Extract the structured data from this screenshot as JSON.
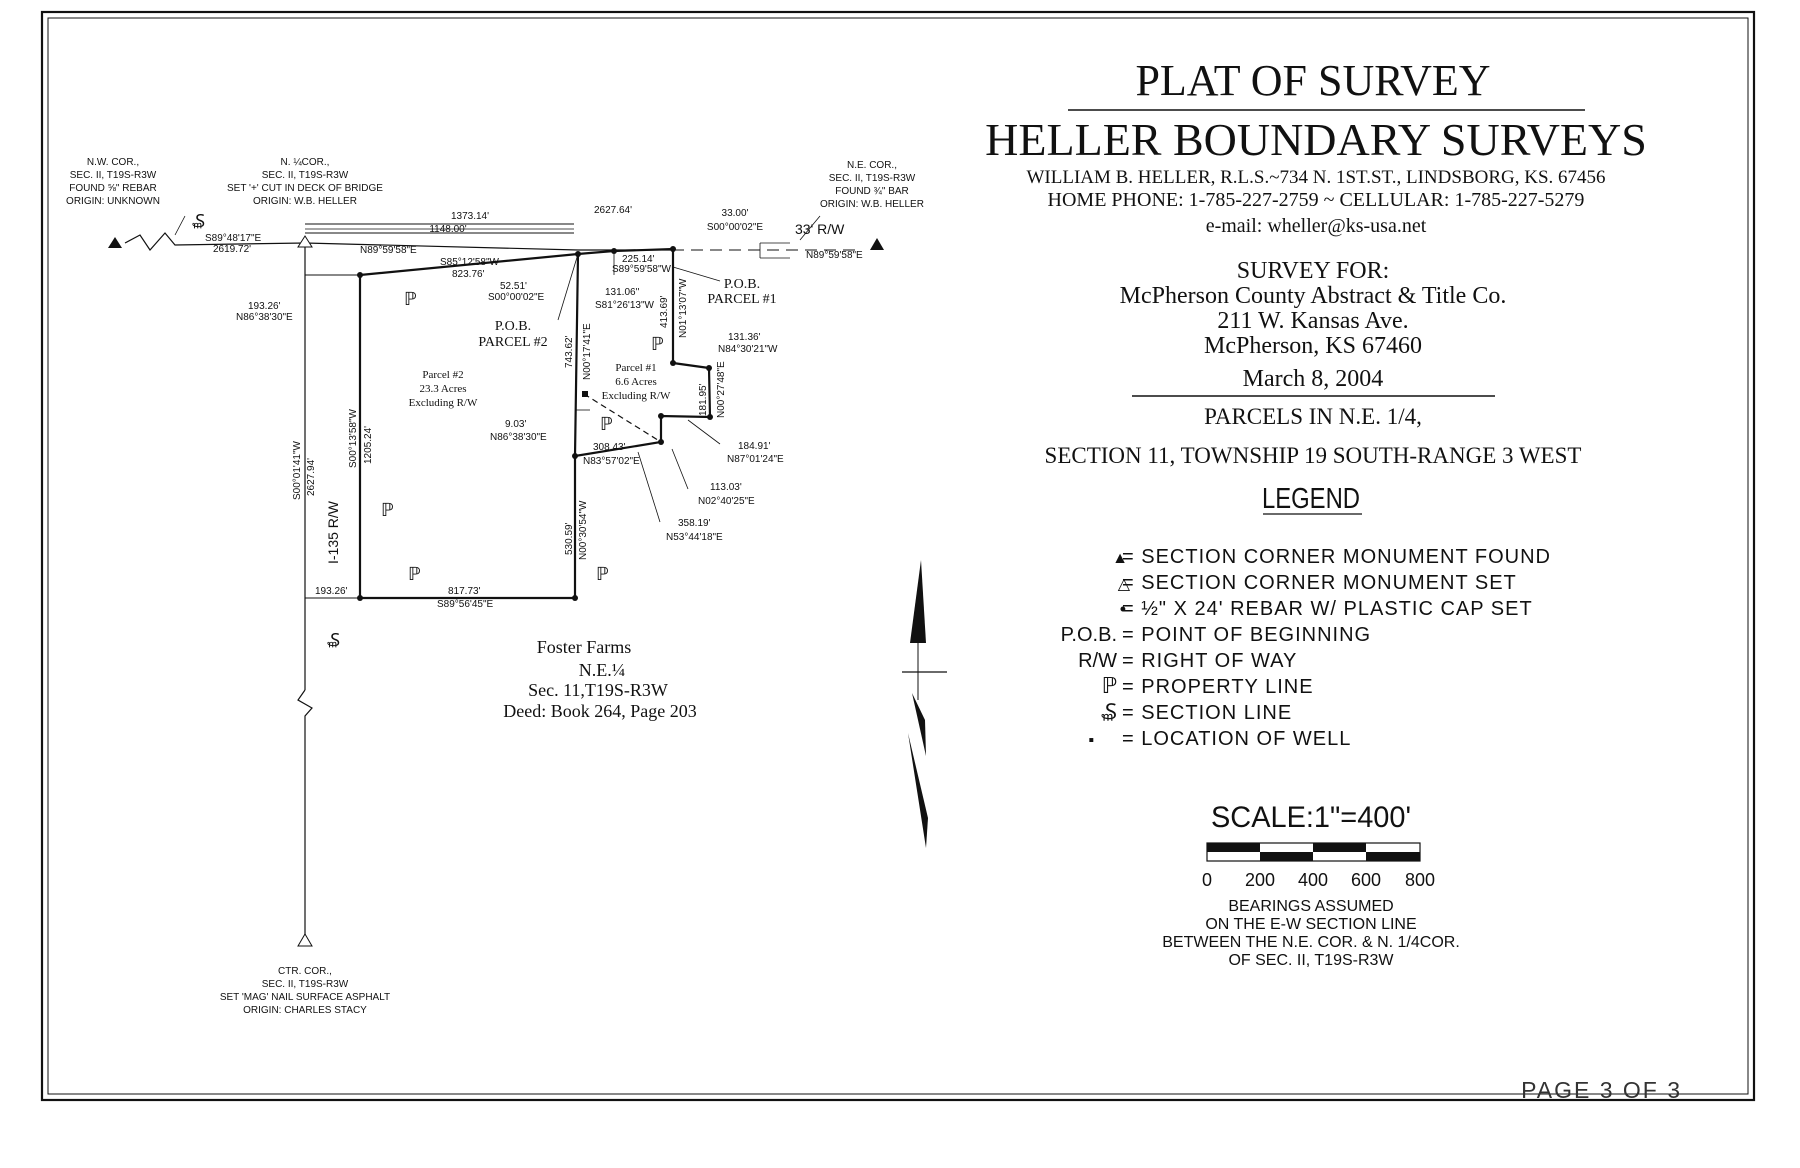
{
  "title_block": {
    "title": "PLAT OF SURVEY",
    "company": "HELLER BOUNDARY SURVEYS",
    "surveyor_line": "WILLIAM B. HELLER, R.L.S.~734 N. 1ST.ST., LINDSBORG, KS. 67456",
    "phone_line": "HOME PHONE: 1-785-227-2759 ~ CELLULAR: 1-785-227-5279",
    "email_line": "e-mail: wheller@ks-usa.net",
    "survey_for_label": "SURVEY FOR:",
    "client_name": "McPherson County Abstract & Title Co.",
    "client_street": "211 W. Kansas Ave.",
    "client_city": "McPherson, KS 67460",
    "date": "March 8, 2004",
    "parcels_line": "PARCELS IN N.E. 1/4,",
    "section_line": "SECTION 11, TOWNSHIP 19 SOUTH-RANGE 3 WEST"
  },
  "legend": {
    "heading": "LEGEND",
    "items": [
      {
        "symbol": "▲",
        "text": "= SECTION CORNER MONUMENT FOUND"
      },
      {
        "symbol": "△",
        "text": "= SECTION CORNER MONUMENT SET"
      },
      {
        "symbol": "•",
        "text": "= ½\" X 24' REBAR W/ PLASTIC CAP SET"
      },
      {
        "symbol": "P.O.B.",
        "text": "= POINT OF BEGINNING"
      },
      {
        "symbol": "R/W",
        "text": "= RIGHT OF WAY"
      },
      {
        "symbol": "ℙ",
        "text": "= PROPERTY LINE"
      },
      {
        "symbol": "₷",
        "text": "= SECTION LINE"
      },
      {
        "symbol": "▪",
        "text": "= LOCATION OF WELL"
      }
    ]
  },
  "scale": {
    "label": "SCALE:1\"=400'",
    "ticks": [
      "0",
      "200",
      "400",
      "600",
      "800"
    ],
    "note_1": "BEARINGS ASSUMED",
    "note_2": "ON THE E-W SECTION LINE",
    "note_3": "BETWEEN THE N.E. COR. & N. 1/4COR.",
    "note_4": "OF SEC. II, T19S-R3W"
  },
  "page_label": "PAGE 3 OF 3",
  "corners": {
    "nw": [
      "N.W. COR.,",
      "SEC. II, T19S-R3W",
      "FOUND ⅝\" REBAR",
      "ORIGIN: UNKNOWN"
    ],
    "n_quarter": [
      "N. ¼COR.,",
      "SEC. II, T19S-R3W",
      "SET '+' CUT IN DECK OF BRIDGE",
      "ORIGIN: W.B. HELLER"
    ],
    "ne": [
      "N.E. COR.,",
      "SEC. II, T19S-R3W",
      "FOUND ¾\" BAR",
      "ORIGIN: W.B. HELLER"
    ],
    "ctr": [
      "CTR. COR.,",
      "SEC. II, T19S-R3W",
      "SET 'MAG' NAIL SURFACE ASPHALT",
      "ORIGIN: CHARLES STACY"
    ]
  },
  "parcels": {
    "p2": [
      "Parcel #2",
      "23.3 Acres",
      "Excluding R/W"
    ],
    "p1": [
      "Parcel #1",
      "6.6 Acres",
      "Excluding R/W"
    ],
    "pob2": [
      "P.O.B.",
      "PARCEL #2"
    ],
    "pob1": [
      "P.O.B.",
      "PARCEL #1"
    ],
    "foster": [
      "Foster Farms",
      "N.E.¼",
      "Sec. 11,T19S-R3W",
      "Deed: Book 264, Page 203"
    ]
  },
  "dims": {
    "d1373": "1373.14'",
    "d2627a": "2627.64'",
    "d1148": "1148.00'",
    "d33": "33.00'",
    "b33": "S00°00'02\"E",
    "rw33": "33' R/W",
    "bne": "N89°59'58\"E",
    "bnw1": "S89°48'17\"E",
    "dnw": "2619.72'",
    "bn1": "N89°59'58\"E",
    "b585": "S85°12'58\"W",
    "d823": "823.76'",
    "d225": "225.14'",
    "b225": "S89°59'58\"W",
    "d193a": "193.26'",
    "b193a": "N86°38'30\"E",
    "d52": "52.51'",
    "b52": "S00°00'02\"E",
    "d131a": "131.06''",
    "b131a": "S81°26'13\"W",
    "d413": "413.69'",
    "b413": "N01°13'07\"W",
    "d131b": "131.36'",
    "b131b": "N84°30'21\"W",
    "d743": "743.62'",
    "b743": "N00°17'41\"E",
    "d181": "181.95'",
    "b181": "N00°27'48\"E",
    "d9": "9.03'",
    "b9": "N86°38'30\"E",
    "d308": "308.43'",
    "b308": "N83°57'02\"E",
    "d184": "184.91'",
    "b184": "N87°01'24\"E",
    "d113": "113.03'",
    "b113": "N02°40'25\"E",
    "d358": "358.19'",
    "b358": "N53°44'18\"E",
    "d530": "530.59'",
    "b530": "N00°30'54\"W",
    "d1205": "1205.24'",
    "b1205": "S00°13'58\"W",
    "d2627b": "2627.94'",
    "b2627b": "S00°01'41\"W",
    "i135": "I-135 R/W",
    "d193b": "193.26'",
    "d817": "817.73'",
    "b817": "S89°56'45\"E"
  },
  "symbols": {
    "pl": "ℙ",
    "sl": "₷"
  }
}
